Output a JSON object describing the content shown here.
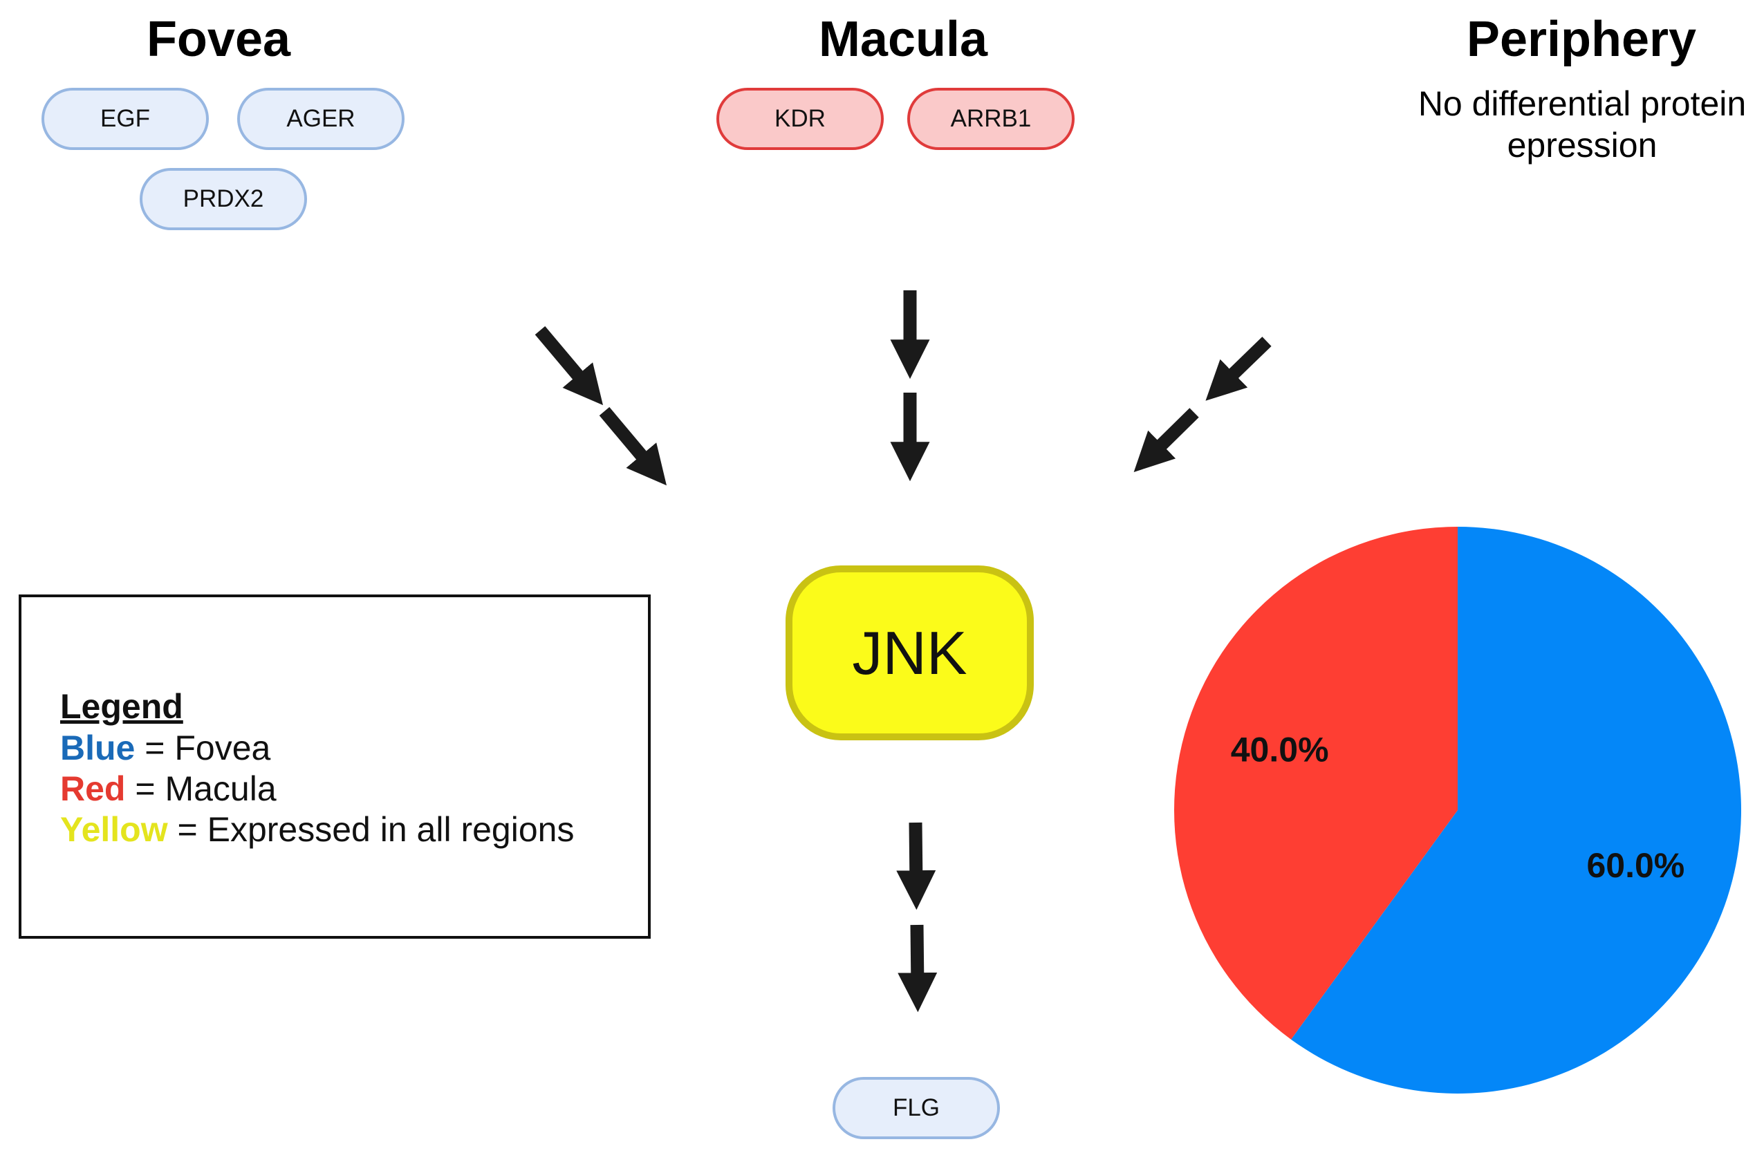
{
  "regions": {
    "fovea": {
      "title": "Fovea",
      "proteins": [
        "EGF",
        "AGER",
        "PRDX2"
      ]
    },
    "macula": {
      "title": "Macula",
      "proteins": [
        "KDR",
        "ARRB1"
      ]
    },
    "periphery": {
      "title": "Periphery",
      "note_line1": "No differential protein",
      "note_line2": "epression"
    }
  },
  "hub": {
    "label": "JNK"
  },
  "downstream": {
    "label": "FLG"
  },
  "legend": {
    "title": "Legend",
    "rows": [
      {
        "key": "Blue",
        "text": "= Fovea",
        "color": "#1a6ab8"
      },
      {
        "key": "Red",
        "text": "= Macula",
        "color": "#e53a30"
      },
      {
        "key": "Yellow",
        "text": "= Expressed in all regions",
        "color": "#e4e41e"
      }
    ]
  },
  "colors": {
    "fovea": "#0487f8",
    "macula": "#fe3e33",
    "all_regions": "#fbfb1a",
    "arrow": "#1a1a1a"
  },
  "chart_data": {
    "type": "pie",
    "slices": [
      {
        "label": "60.0%",
        "value": 60.0,
        "color": "#0487f8"
      },
      {
        "label": "40.0%",
        "value": 40.0,
        "color": "#fe3e33"
      }
    ]
  }
}
